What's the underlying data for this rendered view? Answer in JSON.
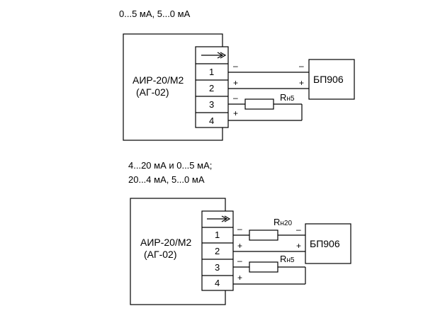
{
  "diagram1": {
    "title": "0...5 мА, 5...0 мА",
    "device_line1": "АИР-20/М2",
    "device_line2": "(АГ-02)",
    "terminals": [
      "1",
      "2",
      "3",
      "4"
    ],
    "power_unit": "БП906",
    "resistor": {
      "main": "R",
      "sub": "н5"
    },
    "signs": {
      "t1": "–",
      "t2": "+",
      "t3": "–",
      "t4": "+",
      "pu_minus": "–",
      "pu_plus": "+"
    }
  },
  "diagram2": {
    "title_line1": "4...20 мА и 0...5 мА;",
    "title_line2": "20...4 мА, 5...0 мА",
    "device_line1": "АИР-20/М2",
    "device_line2": "(АГ-02)",
    "terminals": [
      "1",
      "2",
      "3",
      "4"
    ],
    "power_unit": "БП906",
    "resistor_top": {
      "main": "R",
      "sub": "н20"
    },
    "resistor_bottom": {
      "main": "R",
      "sub": "н5"
    },
    "signs": {
      "t1": "–",
      "t2": "+",
      "t3": "–",
      "t4": "+",
      "pu_minus": "–",
      "pu_plus": "+"
    }
  },
  "colors": {
    "line": "#000000",
    "background": "#ffffff"
  }
}
